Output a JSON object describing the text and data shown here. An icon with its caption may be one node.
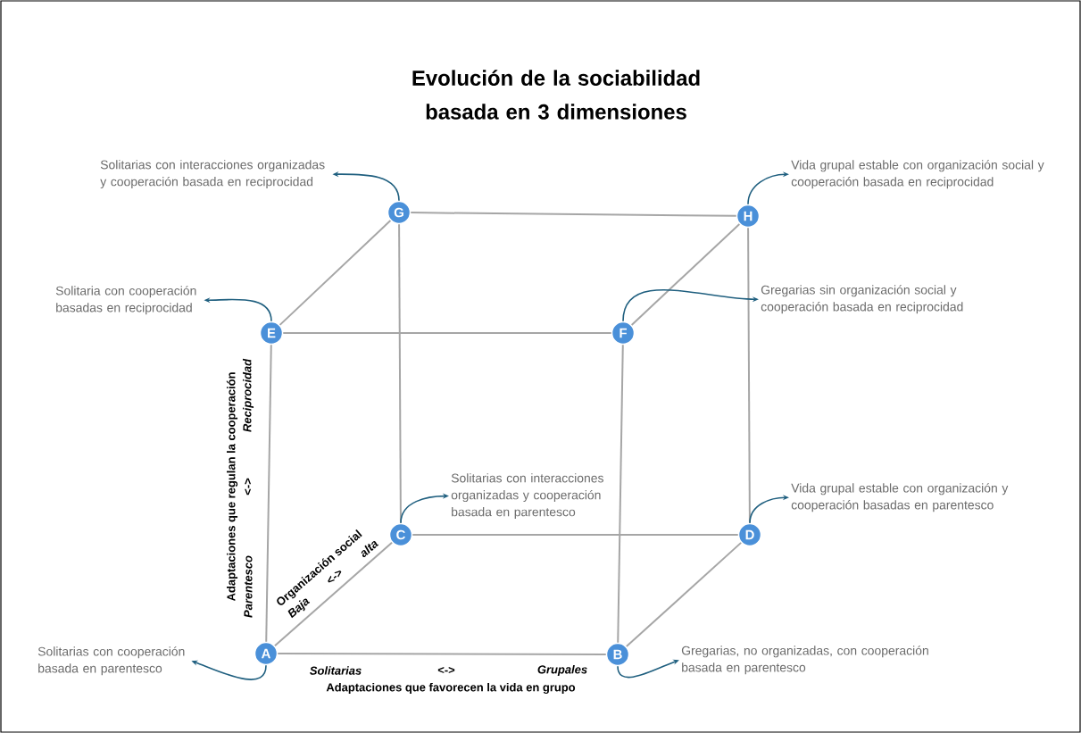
{
  "diagram": {
    "title": "Evolución de la sociabilidad basada en 3 dimensiones",
    "nodes": [
      {
        "text": [
          "A"
        ]
      },
      {
        "text": [
          "B"
        ]
      },
      {
        "text": [
          "C"
        ]
      },
      {
        "text": [
          "D"
        ]
      },
      {
        "text": [
          "E"
        ]
      },
      {
        "text": [
          "F"
        ]
      },
      {
        "text": [
          "G"
        ]
      },
      {
        "text": [
          "H"
        ]
      },
      {
        "text": [
          "Solitarias con cooperación basada en parentesco"
        ]
      },
      {
        "text": [
          "Gregarias, no organizadas, con cooperación basada en parentesco"
        ]
      },
      {
        "text": [
          "Solitarias con interacciones organizadas y cooperación basada en parentesco"
        ]
      },
      {
        "text": [
          "Vida grupal estable con organización y cooperación  basadas en parentesco"
        ]
      },
      {
        "text": [
          "Solitaria con cooperación basadas en reciprocidad"
        ]
      },
      {
        "text": [
          "Gregarias sin organización social y cooperación basada en reciprocidad"
        ]
      },
      {
        "text": [
          "Solitarias con interacciones organizadas y cooperación basada en reciprocidad"
        ]
      },
      {
        "text": [
          "Vida grupal estable con organización social y cooperación basada en reciprocidad"
        ]
      }
    ],
    "edges": [
      {
        "from": 0,
        "to": 1,
        "arrow": "none"
      },
      {
        "from": 0,
        "to": 2,
        "arrow": "none"
      },
      {
        "from": 0,
        "to": 4,
        "arrow": "none"
      },
      {
        "from": 1,
        "to": 3,
        "arrow": "none"
      },
      {
        "from": 1,
        "to": 5,
        "arrow": "none"
      },
      {
        "from": 2,
        "to": 3,
        "arrow": "none"
      },
      {
        "from": 2,
        "to": 6,
        "arrow": "none"
      },
      {
        "from": 3,
        "to": 7,
        "arrow": "none"
      },
      {
        "from": 4,
        "to": 5,
        "arrow": "none"
      },
      {
        "from": 4,
        "to": 6,
        "arrow": "none"
      },
      {
        "from": 5,
        "to": 7,
        "arrow": "none"
      },
      {
        "from": 6,
        "to": 7,
        "arrow": "none"
      },
      {
        "from": 0,
        "to": 8,
        "arrow": "to",
        "color": "#1f5f7f"
      },
      {
        "from": 1,
        "to": 9,
        "arrow": "to",
        "color": "#1f5f7f"
      },
      {
        "from": 2,
        "to": 10,
        "arrow": "to",
        "color": "#1f5f7f"
      },
      {
        "from": 3,
        "to": 11,
        "arrow": "to",
        "color": "#1f5f7f"
      },
      {
        "from": 4,
        "to": 12,
        "arrow": "to",
        "color": "#1f5f7f"
      },
      {
        "from": 5,
        "to": 13,
        "arrow": "to",
        "color": "#1f5f7f"
      },
      {
        "from": 6,
        "to": 14,
        "arrow": "to",
        "color": "#1f5f7f"
      },
      {
        "from": 7,
        "to": 15,
        "arrow": "to",
        "color": "#1f5f7f"
      }
    ],
    "labels": [
      "Adaptaciones que regulan la cooperación",
      "Reciprocidad",
      "<->",
      "Parentesco",
      "Organización social",
      "Baja",
      "<->",
      "alta",
      "Solitarias",
      "<->",
      "Grupales",
      "Adaptaciones que favorecen la vida en grupo"
    ]
  }
}
